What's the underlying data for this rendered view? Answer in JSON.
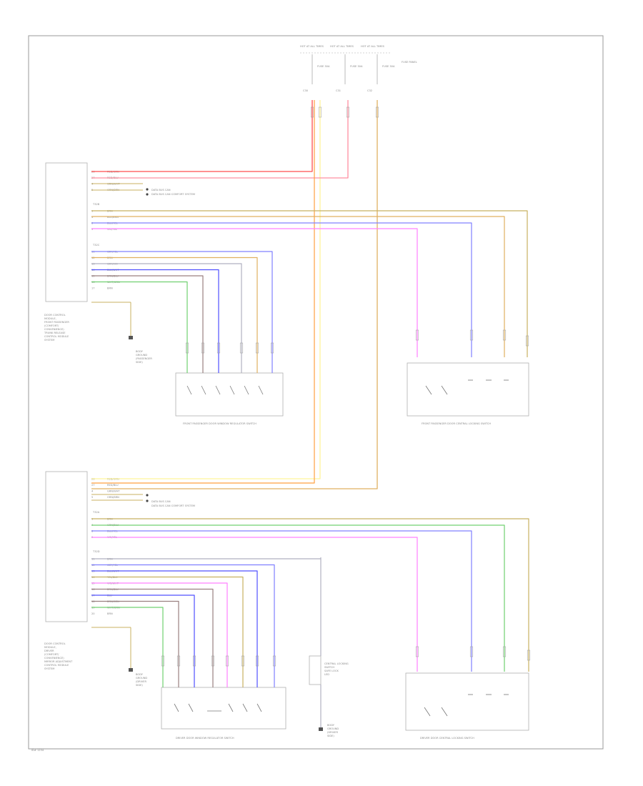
{
  "diagram": {
    "fuse_block": {
      "top_labels": [
        "HOT AT ALL TIMES",
        "HOT AT ALL TIMES",
        "HOT AT ALL TIMES"
      ],
      "fuse_labels": [
        "FUSE 30A",
        "FUSE 30A",
        "FUSE 30A"
      ],
      "fuse_panel": "FUSE PANEL",
      "pin_labels": [
        "C30",
        "C31",
        "C32"
      ]
    },
    "upper_module": {
      "label_lines": [
        "DOOR CONTROL",
        "MODULE,",
        "FRONT PASSENGER",
        "(COMFORT/",
        "CONVENIENCE)",
        "TRUNK RELEASE",
        "CONTROL MODULE",
        "SYSTEM"
      ],
      "connectors": [
        "T32B",
        "T32C"
      ],
      "power_pins": [
        {
          "pin": "26",
          "color": "RED/GRN"
        },
        {
          "pin": "27",
          "color": "RED/BLU"
        },
        {
          "pin": "4",
          "color": "GRN/WHT"
        },
        {
          "pin": "5",
          "color": "ORN/BRN"
        }
      ],
      "can_label": "DATA BUS CAN COMFORT SYSTEM",
      "lock_pins": [
        {
          "pin": "1",
          "color": "BRN"
        },
        {
          "pin": "4",
          "color": "BLU/BRN"
        },
        {
          "pin": "8",
          "color": "BLU/YEL"
        },
        {
          "pin": "9",
          "color": "VIO/YEL"
        }
      ],
      "window_pins": [
        {
          "pin": "11",
          "color": "GRY/YEL"
        },
        {
          "pin": "12",
          "color": "BRN"
        },
        {
          "pin": "13",
          "color": "GRY/VIO"
        },
        {
          "pin": "14",
          "color": "BLU/WHT"
        },
        {
          "pin": "15",
          "color": "BRN/BLU"
        },
        {
          "pin": "16",
          "color": "WHT/GRN"
        },
        {
          "pin": "17",
          "color": "BRN"
        }
      ],
      "ground_label": [
        "BODY",
        "GROUND",
        "(PASSENGER",
        "SIDE)"
      ],
      "switch_left_label": "FRONT PASSENGER DOOR WINDOW REGULATOR SWITCH",
      "switch_right_label": "FRONT PASSENGER DOOR CENTRAL LOCKING SWITCH"
    },
    "lower_module": {
      "label_lines": [
        "DOOR CONTROL",
        "MODULE,",
        "DRIVER",
        "(COMFORT/",
        "CONVENIENCE)",
        "MIRROR ADJUSTMENT",
        "CONTROL MODULE",
        "SYSTEM"
      ],
      "connectors": [
        "T32A",
        "T32D"
      ],
      "power_pins": [
        {
          "pin": "26",
          "color": "RED/GRN"
        },
        {
          "pin": "27",
          "color": "RED/BLU"
        },
        {
          "pin": "4",
          "color": "GRN/WHT"
        },
        {
          "pin": "5",
          "color": "ORN/BRN"
        }
      ],
      "can_label": "DATA BUS CAN COMFORT SYSTEM",
      "lock_pins": [
        {
          "pin": "1",
          "color": "BRN"
        },
        {
          "pin": "4",
          "color": "GRN/BLU"
        },
        {
          "pin": "8",
          "color": "BLU/YEL"
        },
        {
          "pin": "9",
          "color": "VIO/YEL"
        }
      ],
      "window_pins": [
        {
          "pin": "11",
          "color": "BRN"
        },
        {
          "pin": "12",
          "color": "GRY/YEL"
        },
        {
          "pin": "13",
          "color": "BLU/WHT"
        },
        {
          "pin": "14",
          "color": "YEL/BLK"
        },
        {
          "pin": "15",
          "color": "VIO/WHT"
        },
        {
          "pin": "16",
          "color": "BRN/BLU"
        },
        {
          "pin": "17",
          "color": "BLU"
        },
        {
          "pin": "18",
          "color": "BRN/GRN"
        },
        {
          "pin": "19",
          "color": "WHT/GRN"
        },
        {
          "pin": "20",
          "color": "BRN"
        }
      ],
      "ground_label": [
        "BODY",
        "GROUND",
        "(DRIVER",
        "SIDE)"
      ],
      "switch_left_label": "DRIVER DOOR WINDOW REGULATOR SWITCH",
      "switch_mid_label": [
        "CENTRAL LOCKING",
        "SWITCH",
        "SAFE LOCK",
        "LED"
      ],
      "switch_mid_ground": [
        "BODY",
        "GROUND",
        "(DRIVER",
        "SIDE)"
      ],
      "switch_right_label": "DRIVER DOOR CENTRAL LOCKING SWITCH"
    },
    "footer": "ID# 1234"
  },
  "colors": {
    "red": "#ff4d4d",
    "pink": "#ff8fa0",
    "orange": "#ffa040",
    "yellow": "#f4f060",
    "lightyellow": "#fff59a",
    "olive": "#c8b060",
    "tan": "#e0b060",
    "blue": "#5050ff",
    "lightblue": "#8080ff",
    "violet": "#ff80ff",
    "green": "#70d070",
    "gray": "#b0b0c0",
    "brown": "#9a8080"
  }
}
